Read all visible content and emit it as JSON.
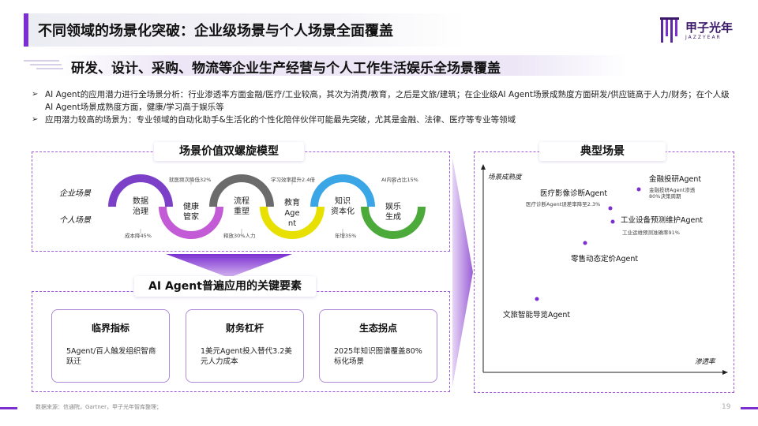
{
  "header": {
    "title": "不同领域的场景化突破：企业级场景与个人场景全面覆盖",
    "subtitle": "研发、设计、采购、物流等企业生产经营与个人工作生活娱乐全场景覆盖",
    "logo_text": "甲子光年",
    "logo_sub": "JAZZYEAR"
  },
  "bullets": [
    "AI Agent的应用潜力进行全场景分析：行业渗透率方面金融/医疗/工业较高，其次为消费/教育，之后是文旅/建筑；在企业级AI Agent场景成熟度方面研发/供应链高于人力/财务；在个人级AI Agent场景成熟度方面，健康/学习高于娱乐等",
    "应用潜力较高的场景为：专业领域的自动化助手&生活化的个性化陪伴伙伴可能最先突破，尤其是金融、法律、医疗等专业等领域"
  ],
  "spiral_model": {
    "label": "场景价值双螺旋模型",
    "row_enterprise": "企业场景",
    "row_personal": "个人场景",
    "circles": [
      {
        "label_line1": "数据",
        "label_line2": "治理",
        "label_line3": "",
        "color": "#7b3fc8"
      },
      {
        "label_line1": "健康",
        "label_line2": "管家",
        "label_line3": "",
        "color": "#c35ad6"
      },
      {
        "label_line1": "流程",
        "label_line2": "重塑",
        "label_line3": "",
        "color": "#6b6b6b"
      },
      {
        "label_line1": "教育",
        "label_line2": "Age",
        "label_line3": "nt",
        "color": "#e8e000"
      },
      {
        "label_line1": "知识",
        "label_line2": "资本化",
        "label_line3": "",
        "color": "#3aa6e6"
      },
      {
        "label_line1": "娱乐",
        "label_line2": "生成",
        "label_line3": "",
        "color": "#4caa3a"
      }
    ],
    "notes_top": [
      "就医频次降低32%",
      "学习效率提升2.4倍",
      "AI内容占比15%"
    ],
    "notes_bottom": [
      "成本降45%",
      "释放30%人力",
      "年增35%"
    ]
  },
  "key_elements": {
    "label": "AI Agent普遍应用的关键要素",
    "cards": [
      {
        "title": "临界指标",
        "body": "5Agent/百人触发组织智商跃迁"
      },
      {
        "title": "财务杠杆",
        "body": "1美元Agent投入替代3.2美元人力成本"
      },
      {
        "title": "生态拐点",
        "body": "2025年知识图谱覆盖80%标化场景"
      }
    ]
  },
  "typical": {
    "label": "典型场景",
    "y_axis": "场景成熟度",
    "x_axis": "渗透率",
    "points": [
      {
        "name": "金融投研Agent",
        "note1": "金融投研Agent渗透",
        "note2": "80%決策周期"
      },
      {
        "name": "医疗影像诊断Agent",
        "note1": "医疗诊断Agent误差率降至2.3%",
        "note2": ""
      },
      {
        "name": "工业设备预测维护Agent",
        "note1": "工业运维预测准确率91%",
        "note2": ""
      },
      {
        "name": "零售动态定价Agent",
        "note1": "",
        "note2": ""
      },
      {
        "name": "文旅智能导览Agent",
        "note1": "",
        "note2": ""
      }
    ]
  },
  "footer": {
    "source": "数据来源：信通院，Gartner，甲子光年智库整理；",
    "page": "19"
  },
  "colors": {
    "accent": "#7b2fd1",
    "panel_border": "#a25bd6"
  }
}
